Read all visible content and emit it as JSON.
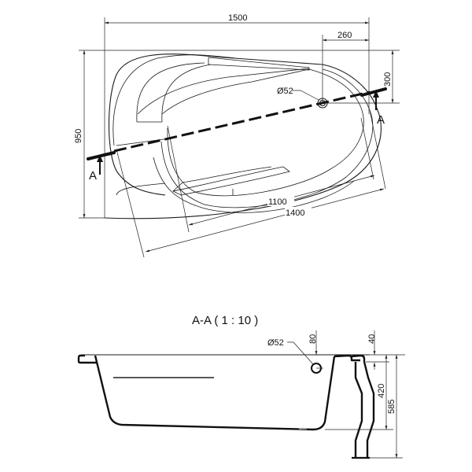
{
  "drawing": {
    "type": "corner bathtub technical drawing",
    "plan_view": {
      "dimensions": {
        "overall_width": "1500",
        "drain_offset_right": "260",
        "drain_offset_top": "300",
        "overall_depth": "950",
        "inner_length": "1100",
        "outer_length": "1400"
      },
      "drain_label": "Ø52",
      "section_marker_left": "A",
      "section_marker_right": "A"
    },
    "section_view": {
      "title": "A-A  ( 1 : 10 )",
      "drain_label": "Ø52",
      "dimensions": {
        "drain_height": "80",
        "rim_thickness": "40",
        "tub_depth": "420",
        "total_height": "585"
      }
    }
  }
}
